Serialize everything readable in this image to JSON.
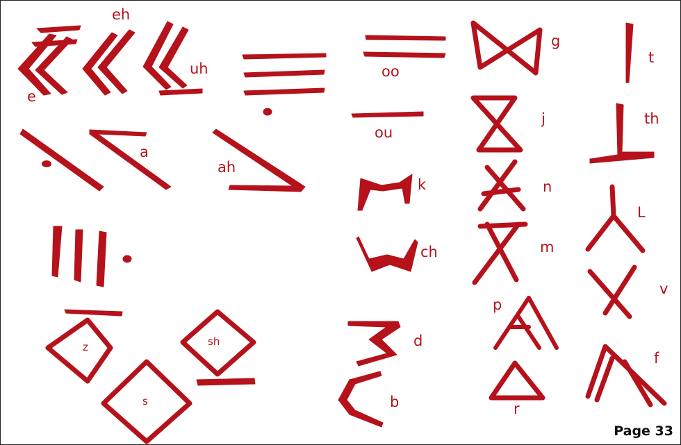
{
  "accent_color": "#b5121b",
  "page_number": "Page 33",
  "labels": {
    "eh": "eh",
    "e": "e",
    "uh": "uh",
    "oo": "oo",
    "ou": "ou",
    "a": "a",
    "ah": "ah",
    "g": "g",
    "j": "j",
    "n": "n",
    "m": "m",
    "p": "p",
    "r": "r",
    "k": "k",
    "ch": "ch",
    "d": "d",
    "b": "b",
    "t": "t",
    "th": "th",
    "L": "L",
    "v": "v",
    "f": "f",
    "z": "z",
    "sh": "sh",
    "s": "s"
  }
}
